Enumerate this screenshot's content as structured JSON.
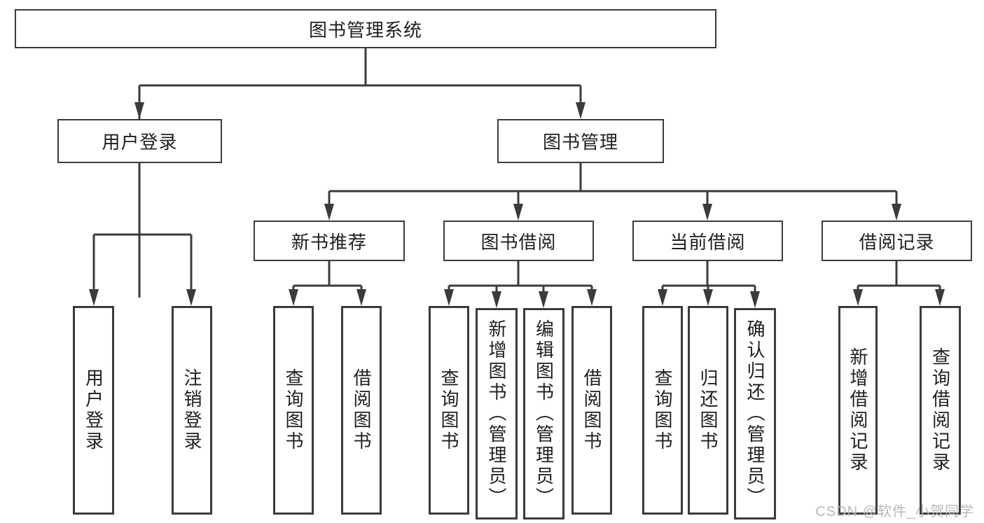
{
  "tree": {
    "root": {
      "label": "图书管理系统"
    },
    "branches": [
      {
        "label": "用户登录",
        "children": [
          {
            "label": "用户登录"
          },
          {
            "label": "注销登录"
          }
        ]
      },
      {
        "label": "图书管理",
        "children": [
          {
            "label": "新书推荐",
            "children": [
              {
                "label": "查询图书"
              },
              {
                "label": "借阅图书"
              }
            ]
          },
          {
            "label": "图书借阅",
            "children": [
              {
                "label": "查询图书"
              },
              {
                "label": "新增图书（管理员）"
              },
              {
                "label": "编辑图书（管理员）"
              },
              {
                "label": "借阅图书"
              }
            ]
          },
          {
            "label": "当前借阅",
            "children": [
              {
                "label": "查询图书"
              },
              {
                "label": "归还图书"
              },
              {
                "label": "确认归还（管理员）"
              }
            ]
          },
          {
            "label": "借阅记录",
            "children": [
              {
                "label": "新增借阅记录"
              },
              {
                "label": "查询借阅记录"
              }
            ]
          }
        ]
      }
    ]
  },
  "watermark": {
    "text": "CSDN @软件_小贺同学"
  },
  "colors": {
    "line": "#3b3b3b",
    "text": "#1f1f1f",
    "watermark": "#b9b9b9",
    "background": "#ffffff"
  }
}
